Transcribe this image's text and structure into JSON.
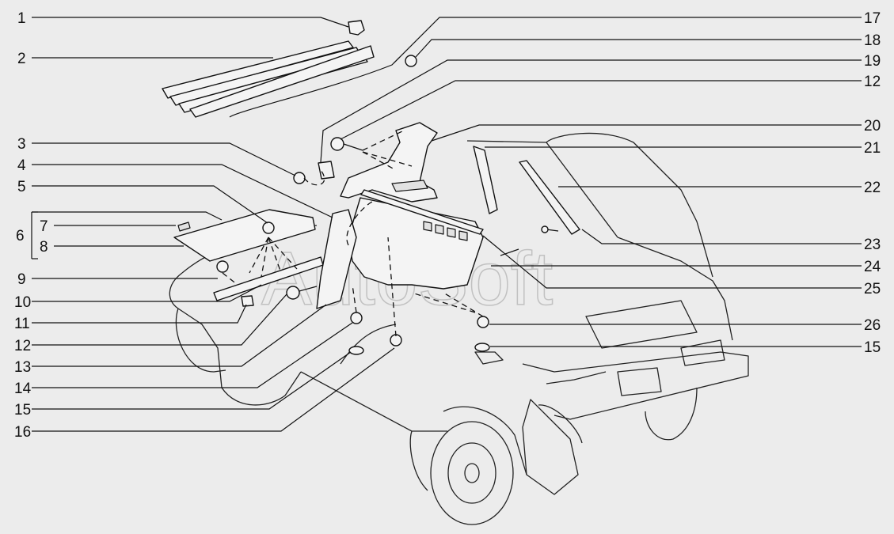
{
  "watermark": "AutoSoft",
  "callouts_left": [
    "1",
    "2",
    "3",
    "4",
    "5",
    "6",
    "7",
    "8",
    "9",
    "10",
    "11",
    "12",
    "13",
    "14",
    "15",
    "16"
  ],
  "callouts_right": [
    "17",
    "18",
    "19",
    "12",
    "20",
    "21",
    "22",
    "23",
    "24",
    "25",
    "26",
    "15"
  ]
}
